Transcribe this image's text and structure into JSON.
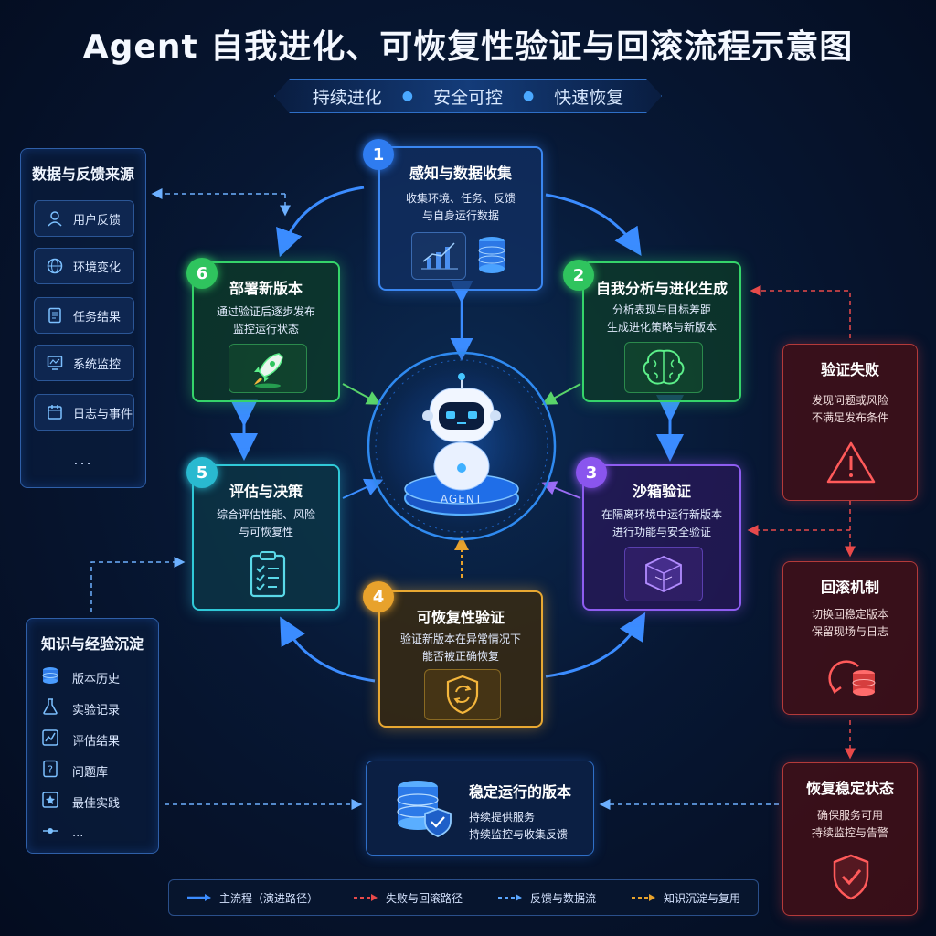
{
  "title": "Agent 自我进化、可恢复性验证与回滚流程示意图",
  "subtitle": [
    "持续进化",
    "安全可控",
    "快速恢复"
  ],
  "sources": {
    "title": "数据与反馈来源",
    "items": [
      {
        "label": "用户反馈",
        "icon": "user-icon"
      },
      {
        "label": "环境变化",
        "icon": "globe-icon"
      },
      {
        "label": "任务结果",
        "icon": "document-icon"
      },
      {
        "label": "系统监控",
        "icon": "monitor-icon"
      },
      {
        "label": "日志与事件",
        "icon": "calendar-icon"
      }
    ],
    "more": "..."
  },
  "knowledge": {
    "title": "知识与经验沉淀",
    "items": [
      {
        "label": "版本历史",
        "icon": "database-icon"
      },
      {
        "label": "实验记录",
        "icon": "flask-icon"
      },
      {
        "label": "评估结果",
        "icon": "chart-icon"
      },
      {
        "label": "问题库",
        "icon": "question-icon"
      },
      {
        "label": "最佳实践",
        "icon": "star-icon"
      }
    ],
    "more": "..."
  },
  "steps": [
    {
      "num": "1",
      "title": "感知与数据收集",
      "desc": [
        "收集环境、任务、反馈",
        "与自身运行数据"
      ],
      "color": "#2f7cf0"
    },
    {
      "num": "2",
      "title": "自我分析与进化生成",
      "desc": [
        "分析表现与目标差距",
        "生成进化策略与新版本"
      ],
      "color": "#2fc45e"
    },
    {
      "num": "3",
      "title": "沙箱验证",
      "desc": [
        "在隔离环境中运行新版本",
        "进行功能与安全验证"
      ],
      "color": "#8a55ee"
    },
    {
      "num": "4",
      "title": "可恢复性验证",
      "desc": [
        "验证新版本在异常情况下",
        "能否被正确恢复"
      ],
      "color": "#e8a22c"
    },
    {
      "num": "5",
      "title": "评估与决策",
      "desc": [
        "综合评估性能、风险",
        "与可恢复性"
      ],
      "color": "#29b9d0"
    },
    {
      "num": "6",
      "title": "部署新版本",
      "desc": [
        "通过验证后逐步发布",
        "监控运行状态"
      ],
      "color": "#2fc45e"
    }
  ],
  "agent_label": "AGENT",
  "failure": {
    "title": "验证失败",
    "desc": [
      "发现问题或风险",
      "不满足发布条件"
    ]
  },
  "rollback": {
    "title": "回滚机制",
    "desc": [
      "切换回稳定版本",
      "保留现场与日志"
    ]
  },
  "recover": {
    "title": "恢复稳定状态",
    "desc": [
      "确保服务可用",
      "持续监控与告警"
    ]
  },
  "stable": {
    "title": "稳定运行的版本",
    "desc": [
      "持续提供服务",
      "持续监控与收集反馈"
    ]
  },
  "legend": [
    {
      "label": "主流程（演进路径）",
      "color": "#3b8cff"
    },
    {
      "label": "失败与回滚路径",
      "color": "#e84a4a"
    },
    {
      "label": "反馈与数据流",
      "color": "#5aa6ff"
    },
    {
      "label": "知识沉淀与复用",
      "color": "#e8a22c"
    }
  ]
}
